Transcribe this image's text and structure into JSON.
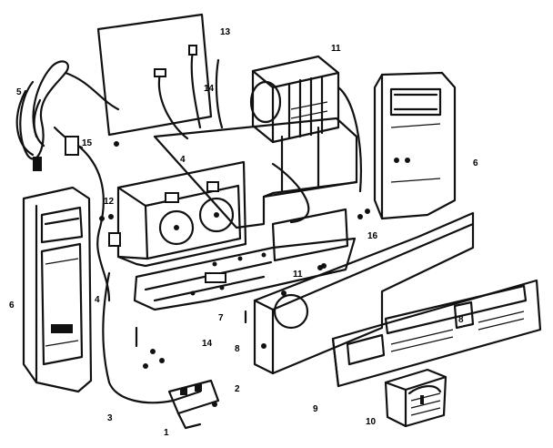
{
  "diagram": {
    "callouts": [
      "1",
      "2",
      "3",
      "4",
      "4",
      "5",
      "6",
      "6",
      "7",
      "8",
      "9",
      "10",
      "11",
      "11",
      "12",
      "13",
      "14",
      "14",
      "15",
      "16"
    ],
    "panel_text": {
      "line1": "",
      "digit": "8"
    }
  }
}
